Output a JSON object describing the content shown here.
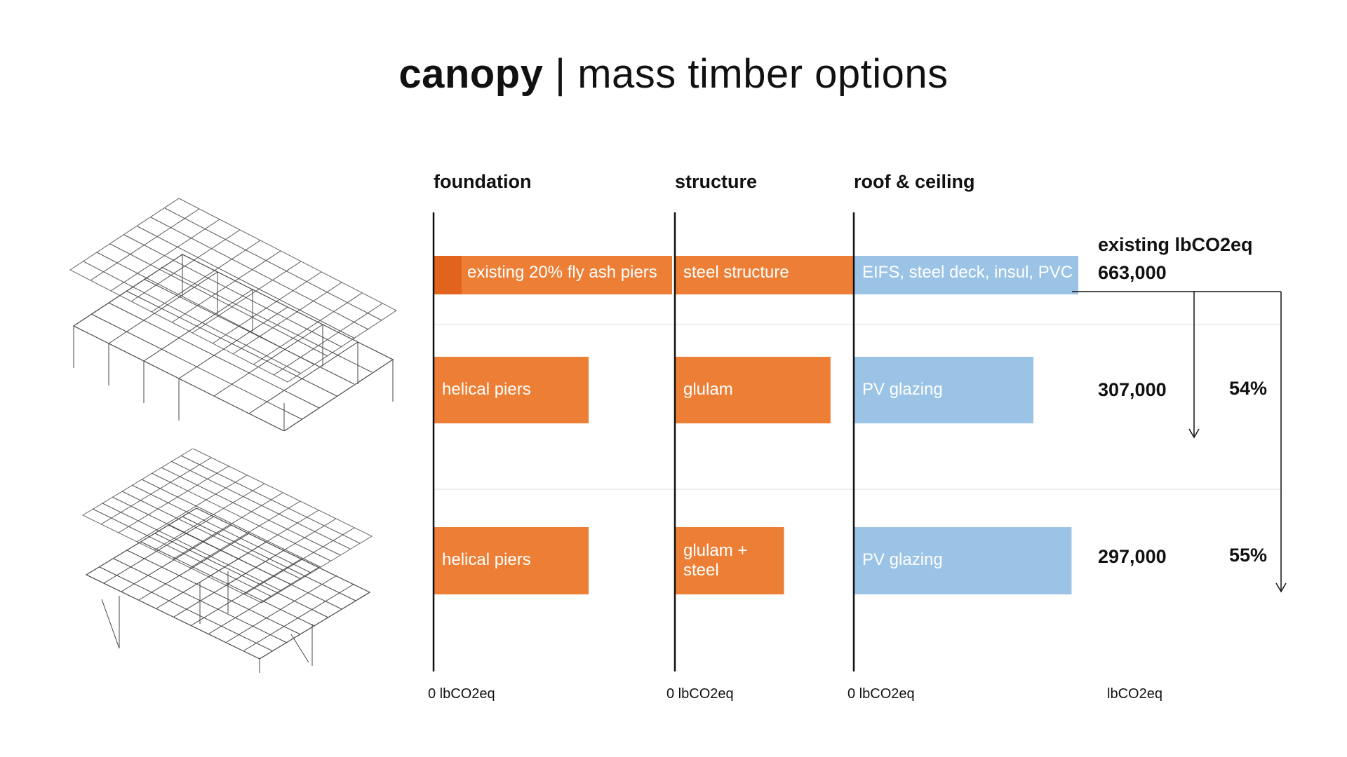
{
  "title": {
    "bold": "canopy",
    "separator": "|",
    "rest": "mass timber options"
  },
  "chart_data": {
    "type": "bar",
    "categories": [
      "foundation",
      "structure",
      "roof & ceiling"
    ],
    "axis_labels": [
      "0 lbCO2eq",
      "0 lbCO2eq",
      "0 lbCO2eq",
      "lbCO2eq"
    ],
    "rows": [
      {
        "bars": [
          {
            "label": "existing 20% fly ash piers",
            "value": 1.0,
            "color": "#ec7f35"
          },
          {
            "label": "steel structure",
            "value": 1.0,
            "color": "#ec7f35"
          },
          {
            "label": "EIFS, steel deck, insul, PVC",
            "value": 1.0,
            "color": "#9ac3e5"
          }
        ],
        "header": "existing lbCO2eq",
        "total": "663,000",
        "reduction": ""
      },
      {
        "bars": [
          {
            "label": "helical piers",
            "value": 0.65,
            "color": "#ec7f35"
          },
          {
            "label": "glulam",
            "value": 0.87,
            "color": "#ec7f35"
          },
          {
            "label": "PV glazing",
            "value": 0.8,
            "color": "#9ac3e5"
          }
        ],
        "header": "",
        "total": "307,000",
        "reduction": "54%"
      },
      {
        "bars": [
          {
            "label": "helical piers",
            "value": 0.65,
            "color": "#ec7f35"
          },
          {
            "label": "glulam + steel",
            "value": 0.61,
            "color": "#ec7f35"
          },
          {
            "label": "PV glazing",
            "value": 0.97,
            "color": "#9ac3e5"
          }
        ],
        "header": "",
        "total": "297,000",
        "reduction": "55%"
      }
    ],
    "fly_ash_accent_color": "#e2631c"
  }
}
